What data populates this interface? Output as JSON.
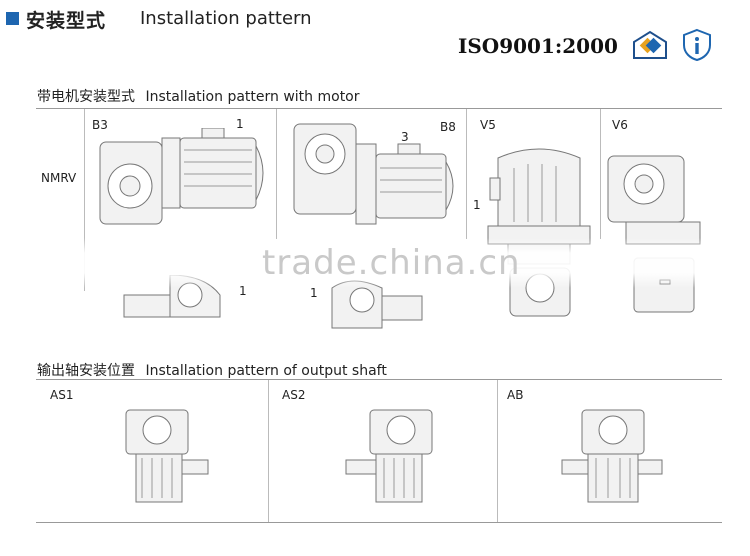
{
  "header": {
    "title_cn": "安装型式",
    "title_en": "Installation pattern",
    "iso": "ISO9001:2000"
  },
  "motor_section": {
    "title_cn": "带电机安装型式",
    "title_en": "Installation pattern with motor",
    "row_label": "NMRV",
    "cells": [
      {
        "code": "B3",
        "marks": [
          "1",
          "1"
        ]
      },
      {
        "code": "B8",
        "marks": [
          "3",
          "1"
        ]
      },
      {
        "code": "V5",
        "marks": [
          "1"
        ]
      },
      {
        "code": "V6",
        "marks": []
      }
    ]
  },
  "shaft_section": {
    "title_cn": "输出轴安装位置",
    "title_en": "Installation pattern of output shaft",
    "cells": [
      {
        "code": "AS1"
      },
      {
        "code": "AS2"
      },
      {
        "code": "AB"
      }
    ]
  },
  "watermark": "trade.china.cn",
  "colors": {
    "accent": "#1e66b0",
    "line": "#999999"
  },
  "icons": [
    "badge-diamond-icon",
    "shield-info-icon"
  ]
}
